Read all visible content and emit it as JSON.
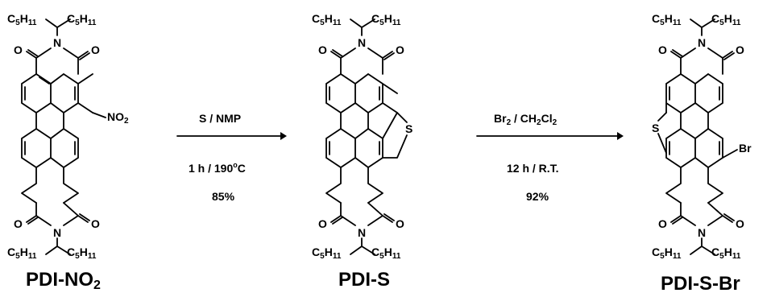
{
  "compounds": [
    {
      "name": "PDI-NO2",
      "caption_main": "PDI-NO",
      "caption_sub": "2",
      "substituent_main": "NO",
      "substituent_sub": "2"
    },
    {
      "name": "PDI-S",
      "caption_main": "PDI-S",
      "bridge_atom": "S"
    },
    {
      "name": "PDI-S-Br",
      "caption_main": "PDI-S-Br",
      "bridge_atom": "S",
      "substituent_main": "Br"
    }
  ],
  "atoms": {
    "oxygen": "O",
    "nitrogen": "N",
    "alkyl_main": "C",
    "alkyl_sub1": "5",
    "alkyl_h": "H",
    "alkyl_sub2": "11"
  },
  "reactions": [
    {
      "reagent": "S / NMP",
      "time": "1 h /  190",
      "temp_sup": "o",
      "temp_unit": "C",
      "yield": "85%"
    },
    {
      "reagent_br": "Br",
      "reagent_br_sub": "2",
      "reagent_sep": " / CH",
      "reagent_ch_sub1": "2",
      "reagent_cl": "Cl",
      "reagent_cl_sub": "2",
      "time": "12 h /  R.T.",
      "yield": "92%"
    }
  ]
}
